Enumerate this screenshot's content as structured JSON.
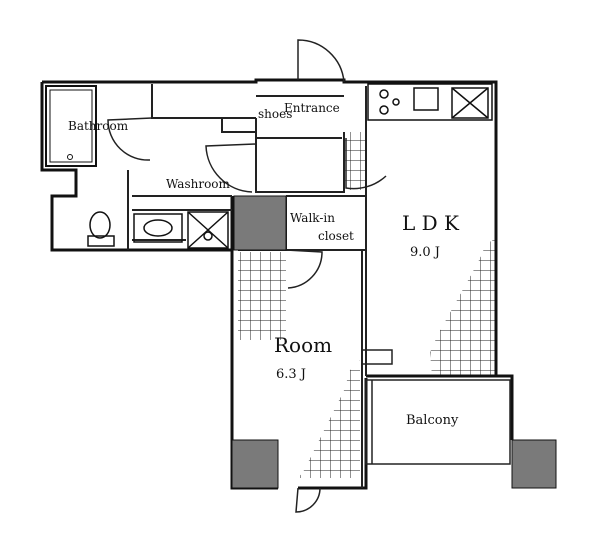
{
  "rooms": {
    "bathroom": "Bathroom",
    "shoes": "shoes",
    "entrance": "Entrance",
    "washroom": "Washroom",
    "walkin_line1": "Walk-in",
    "walkin_line2": "closet",
    "ldk_name": "L D K",
    "ldk_size": "9.0 J",
    "room_name": "Room",
    "room_size": "6.3 J",
    "balcony": "Balcony"
  },
  "colors": {
    "wall": "#111111",
    "column": "#7a7a7a",
    "line": "#222222"
  }
}
